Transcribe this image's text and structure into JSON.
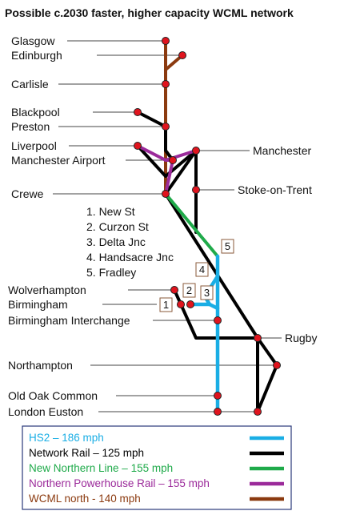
{
  "title": "Possible c.2030 faster, higher capacity WCML network",
  "stations": {
    "glasgow": "Glasgow",
    "edinburgh": "Edinburgh",
    "carlisle": "Carlisle",
    "blackpool": "Blackpool",
    "preston": "Preston",
    "liverpool": "Liverpool",
    "manchester_airport": "Manchester Airport",
    "manchester": "Manchester",
    "crewe": "Crewe",
    "stoke": "Stoke-on-Trent",
    "wolverhampton": "Wolverhampton",
    "birmingham": "Birmingham",
    "birmingham_interchange": "Birmingham Interchange",
    "rugby": "Rugby",
    "northampton": "Northampton",
    "old_oak_common": "Old Oak Common",
    "london_euston": "London Euston"
  },
  "junctions": [
    {
      "label": "1. New St",
      "number": "1"
    },
    {
      "label": "2. Curzon St",
      "number": "2"
    },
    {
      "label": "3. Delta Jnc",
      "number": "3"
    },
    {
      "label": "4. Handsacre Jnc",
      "number": "4"
    },
    {
      "label": "5. Fradley",
      "number": "5"
    }
  ],
  "legend": [
    {
      "label": "HS2 – 186 mph",
      "color": "#1aaee5"
    },
    {
      "label": "Network Rail – 125 mph",
      "color": "#000000"
    },
    {
      "label": "New Northern Line – 155 mph",
      "color": "#1faa4a"
    },
    {
      "label": "Northern Powerhouse Rail – 155 mph",
      "color": "#9b2a9a"
    },
    {
      "label": "WCML north - 140 mph",
      "color": "#8b3a0f"
    }
  ],
  "colors": {
    "hs2": "#1aaee5",
    "network_rail": "#000000",
    "new_northern": "#1faa4a",
    "npr": "#9b2a9a",
    "wcml_north": "#8b3a0f",
    "station_dot": "#e0141e",
    "legend_border": "#2a3a7a"
  }
}
